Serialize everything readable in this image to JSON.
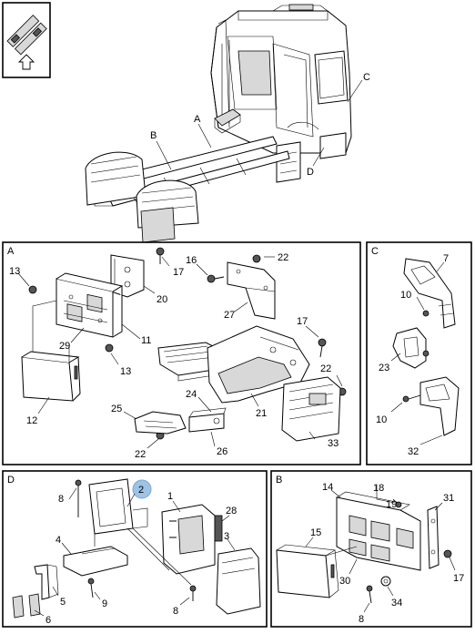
{
  "panels": {
    "A": {
      "letter": "A"
    },
    "B": {
      "letter": "B"
    },
    "C": {
      "letter": "C"
    },
    "D": {
      "letter": "D"
    }
  },
  "overview": {
    "callouts": [
      "A",
      "B",
      "C",
      "D"
    ]
  },
  "labels": {
    "a13a": "13",
    "a17a": "17",
    "a16": "16",
    "a22a": "22",
    "a20": "20",
    "a27": "27",
    "a29": "29",
    "a11": "11",
    "a13b": "13",
    "a17b": "17",
    "a22b": "22",
    "a12": "12",
    "a24": "24",
    "a21": "21",
    "a25": "25",
    "a26": "26",
    "a22c": "22",
    "a33": "33",
    "c7": "7",
    "c10a": "10",
    "c23": "23",
    "c10b": "10",
    "c32": "32",
    "d8a": "8",
    "d2": "2",
    "d1": "1",
    "d28": "28",
    "d3": "3",
    "d4": "4",
    "d5": "5",
    "d9": "9",
    "d8b": "8",
    "d6": "6",
    "b14": "14",
    "b18": "18",
    "b19": "19",
    "b31": "31",
    "b15": "15",
    "b30": "30",
    "b17": "17",
    "b8": "8",
    "b34": "34"
  },
  "colors": {
    "line": "#000000",
    "highlight": "#9dc3e6",
    "shade": "#d8d8d8"
  }
}
